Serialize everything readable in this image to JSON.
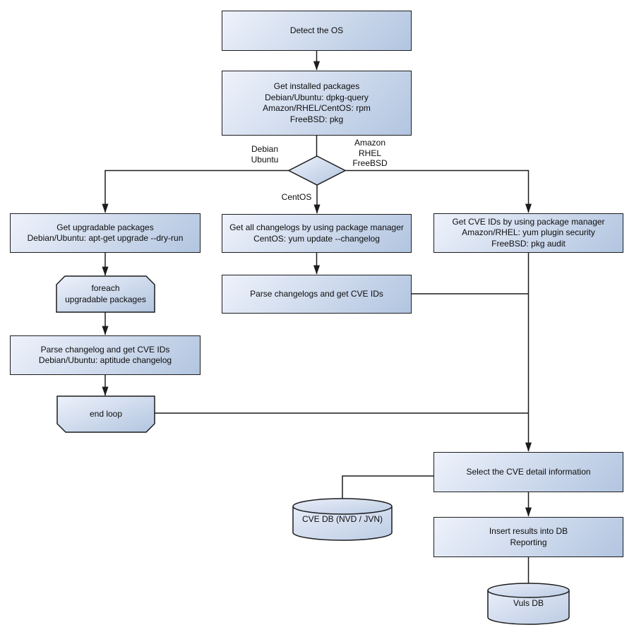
{
  "diagram": {
    "background": "#ffffff",
    "node_fill_light": "#eef2fb",
    "node_fill_dark": "#b2c5e0",
    "node_border": "#1c1c1e",
    "line_color": "#1c1c1e",
    "text_color": "#0d0d0d"
  },
  "nodes": {
    "detect_os": {
      "label": "Detect the OS"
    },
    "get_installed_packages": {
      "label": "Get installed packages\nDebian/Ubuntu: dpkg-query\nAmazon/RHEL/CentOS: rpm\nFreeBSD: pkg"
    },
    "get_upgradable_packages": {
      "label": "Get upgradable packages\nDebian/Ubuntu: apt-get upgrade --dry-run"
    },
    "get_all_changelogs": {
      "label": "Get all changelogs by using package manager\nCentOS: yum update --changelog"
    },
    "get_cve_ids": {
      "label": "Get CVE IDs by using package manager\nAmazon/RHEL: yum plugin security\nFreeBSD: pkg audit"
    },
    "foreach_loop": {
      "label": "foreach\nupgradable packages"
    },
    "parse_changelog": {
      "label": "Parse changelog and get CVE IDs\nDebian/Ubuntu: aptitude changelog"
    },
    "end_loop": {
      "label": "end loop"
    },
    "parse_changelogs": {
      "label": "Parse changelogs and get CVE IDs"
    },
    "select_cve_detail": {
      "label": "Select the CVE detail information"
    },
    "insert_results": {
      "label": "Insert results into DB\nReporting"
    },
    "cve_db": {
      "label": "CVE DB (NVD / JVN)"
    },
    "vuls_db": {
      "label": "Vuls DB"
    }
  },
  "edge_labels": {
    "debian_ubuntu": "Debian\nUbuntu",
    "amazon_rhel_freebsd": "Amazon\nRHEL\nFreeBSD",
    "centos": "CentOS"
  }
}
